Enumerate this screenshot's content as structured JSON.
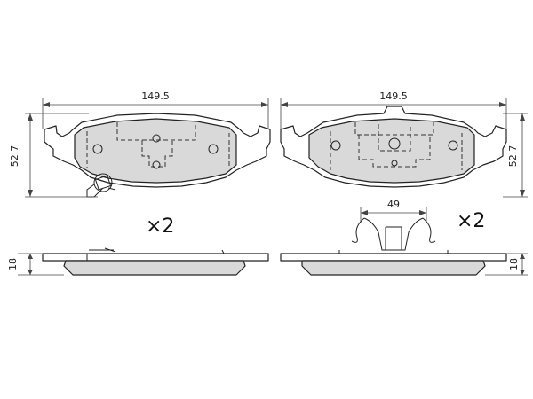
{
  "dimensions": {
    "left_width": "149.5",
    "left_height": "52.7",
    "right_width": "149.5",
    "right_height": "52.7",
    "clip_width": "49",
    "left_thickness": "18",
    "right_thickness": "18"
  },
  "quantity": {
    "left": "×2",
    "right": "×2"
  }
}
